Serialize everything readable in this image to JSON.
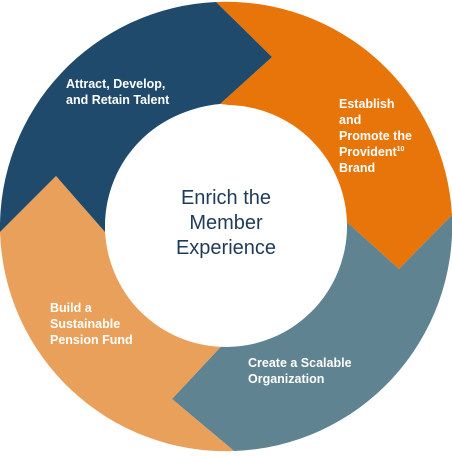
{
  "center": {
    "lines": [
      "Enrich the",
      "Member",
      "Experience"
    ]
  },
  "segments": [
    {
      "key": "talent",
      "lines": [
        "Attract, Develop,",
        "and Retain Talent"
      ],
      "color": "#1f4a6b"
    },
    {
      "key": "brand",
      "lines": [
        "Establish",
        "and",
        "Promote the",
        "Provident",
        "Brand"
      ],
      "superscript": "10",
      "color": "#e8750a"
    },
    {
      "key": "scalable",
      "lines": [
        "Create a Scalable",
        "Organization"
      ],
      "color": "#5f8390"
    },
    {
      "key": "pension",
      "lines": [
        "Build a",
        "Sustainable",
        "Pension Fund"
      ],
      "color": "#e9a05a"
    }
  ]
}
